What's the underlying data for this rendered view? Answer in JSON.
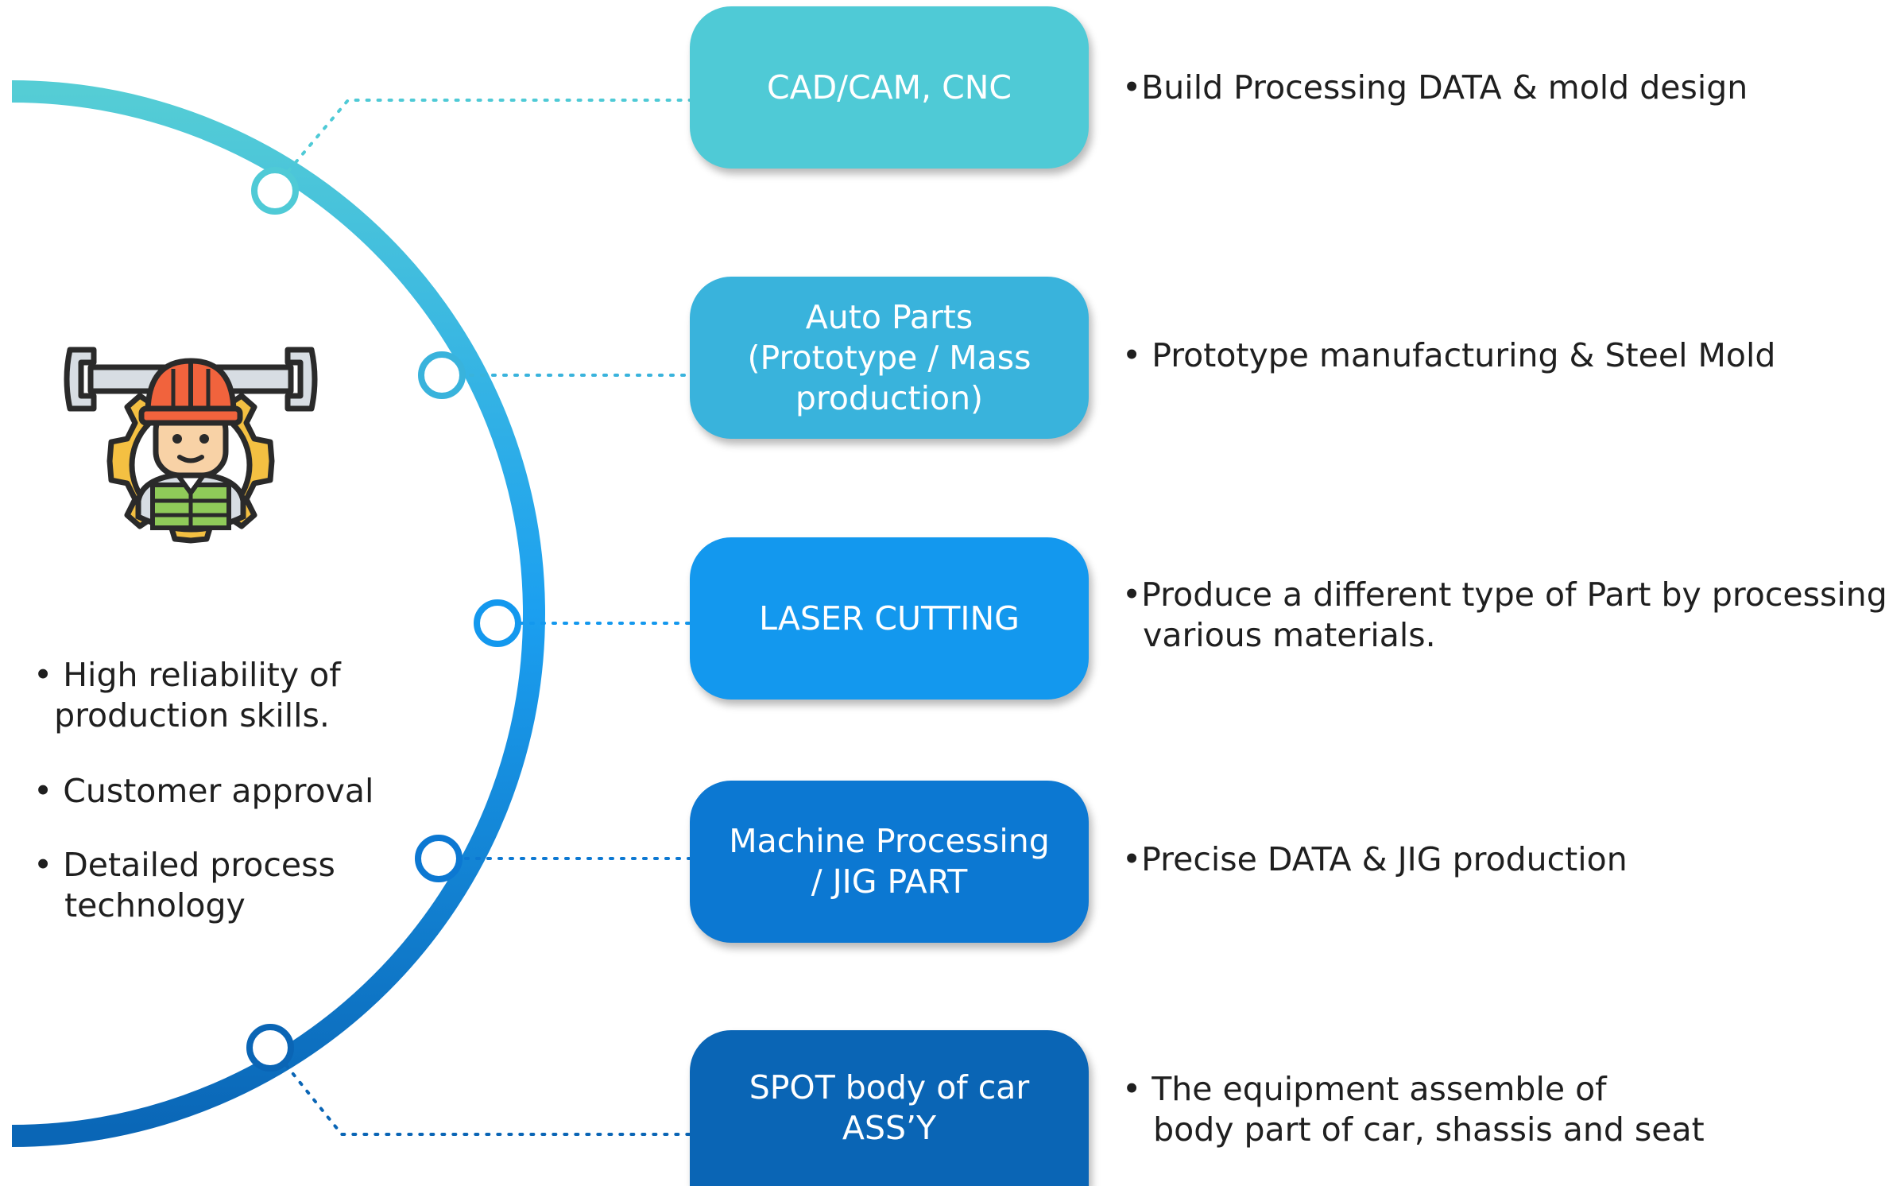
{
  "colors": {
    "teal": "#4fcad6",
    "cyan": "#39b3dc",
    "sky": "#1398ee",
    "blue": "#0c78d2",
    "navy": "#0a65b5"
  },
  "steps": [
    {
      "label": "CAD/CAM, CNC",
      "desc": "•Build Processing DATA & mold design"
    },
    {
      "label": "Auto Parts\n(Prototype / Mass\nproduction)",
      "desc": "• Prototype manufacturing & Steel Mold"
    },
    {
      "label": "LASER CUTTING",
      "desc": "•Produce a different type of Part by processing\n  various materials."
    },
    {
      "label": "Machine Processing\n/ JIG PART",
      "desc": "•Precise DATA & JIG production"
    },
    {
      "label": "SPOT body of car\nASS’Y",
      "desc": "• The equipment assemble of\n   body part of car, shassis and seat"
    }
  ],
  "left_points": [
    "• High reliability of\n  production skills.",
    "• Customer approval",
    "• Detailed process\n   technology"
  ],
  "icon": "worker-with-wrench-and-gear-icon"
}
